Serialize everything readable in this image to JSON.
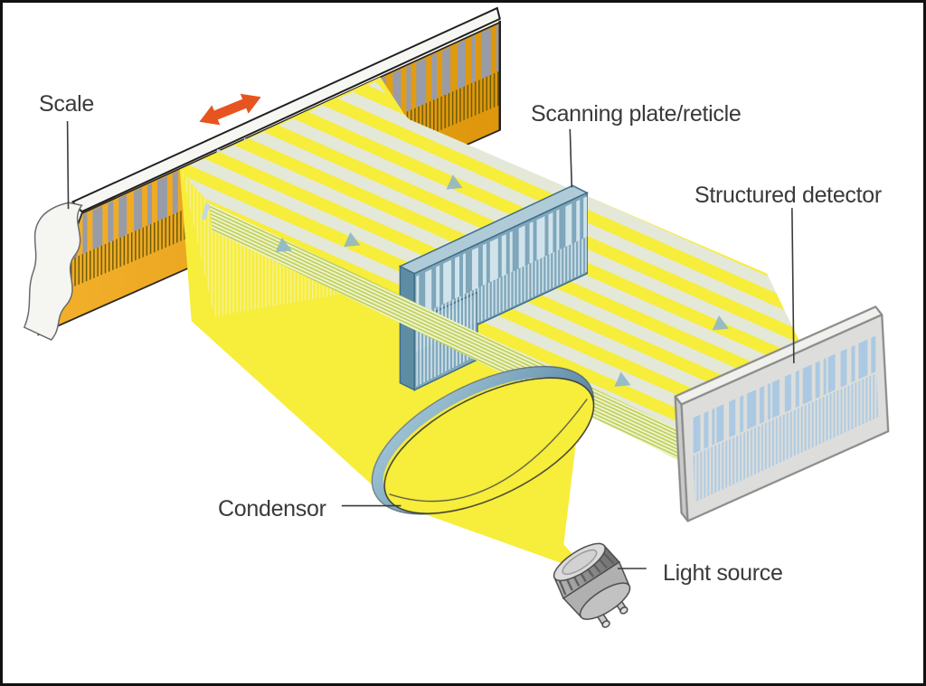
{
  "figure": {
    "type": "technical-illustration",
    "subject": "photoelectric scanning of an optical linear encoder"
  },
  "labels": {
    "scale": "Scale",
    "scanning_plate": "Scanning plate/reticle",
    "structured_detector": "Structured detector",
    "condensor": "Condensor",
    "light_source": "Light source"
  },
  "icons": {
    "motion_arrow": "double-headed-arrow",
    "beam_direction_marker": "triangle-right-arrow"
  },
  "colors": {
    "background": "#FFFFFF",
    "frame": "#111111",
    "label_text": "#3A3A3A",
    "leader_line": "#3A3A3A",
    "scale_gold": "#EDA41F",
    "scale_bar_grey": "#979CA8",
    "scale_hatch": "#6E5B06",
    "arrow_red": "#E8541F",
    "beam_yellow": "#F7ED3B",
    "beam_pale": "#E4E8D8",
    "band_line_green": "#B9CC55",
    "band_bg": "#EFF3C8",
    "triangle_blue": "#8FB6C9",
    "reticle_face": "#7FA6BA",
    "reticle_side": "#5E8CA3",
    "reticle_top": "#AFCBD8",
    "reticle_slit": "#D0E3EB",
    "reticle_outline": "#3E6E87",
    "detector_face": "#DDDEDB",
    "detector_bevel_top": "#F0F0ED",
    "detector_bevel_side": "#C9CAC7",
    "detector_outline": "#8A8A8A",
    "detector_bar_blue": "#ABC9E2",
    "lamp_light": "#DCDCDC",
    "lamp_grey": "#9A9A9A",
    "lamp_mid": "#B0B0B0",
    "lamp_outline": "#4A4A4A",
    "chevron_blue": "#C2D8E2",
    "hatch_pale": "#F5F6E6"
  }
}
